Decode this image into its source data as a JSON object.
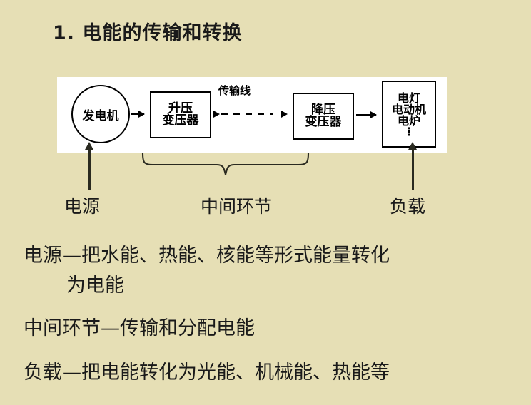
{
  "slide": {
    "background_color": "#e6dfb5",
    "title": {
      "number": "1.",
      "text": "电能的传输和转换"
    }
  },
  "diagram": {
    "panel_background": "#ffffff",
    "generator": {
      "label": "发电机",
      "shape": "circle"
    },
    "step_up_transformer": {
      "line1": "升压",
      "line2": "变压器"
    },
    "transmission": {
      "label": "传输线",
      "style": "dashed-double-arrow"
    },
    "step_down_transformer": {
      "line1": "降压",
      "line2": "变压器"
    },
    "load_box": {
      "line1": "电灯",
      "line2": "电动机",
      "line3": "电炉",
      "line4": "⋮"
    }
  },
  "sections": {
    "source_label": "电源",
    "middle_label": "中间环节",
    "load_label": "负载"
  },
  "body": {
    "paragraph1_line1": "电源—把水能、热能、核能等形式能量转化",
    "paragraph1_line2": "为电能",
    "paragraph2": "中间环节—传输和分配电能",
    "paragraph3": "负载—把电能转化为光能、机械能、热能等"
  }
}
